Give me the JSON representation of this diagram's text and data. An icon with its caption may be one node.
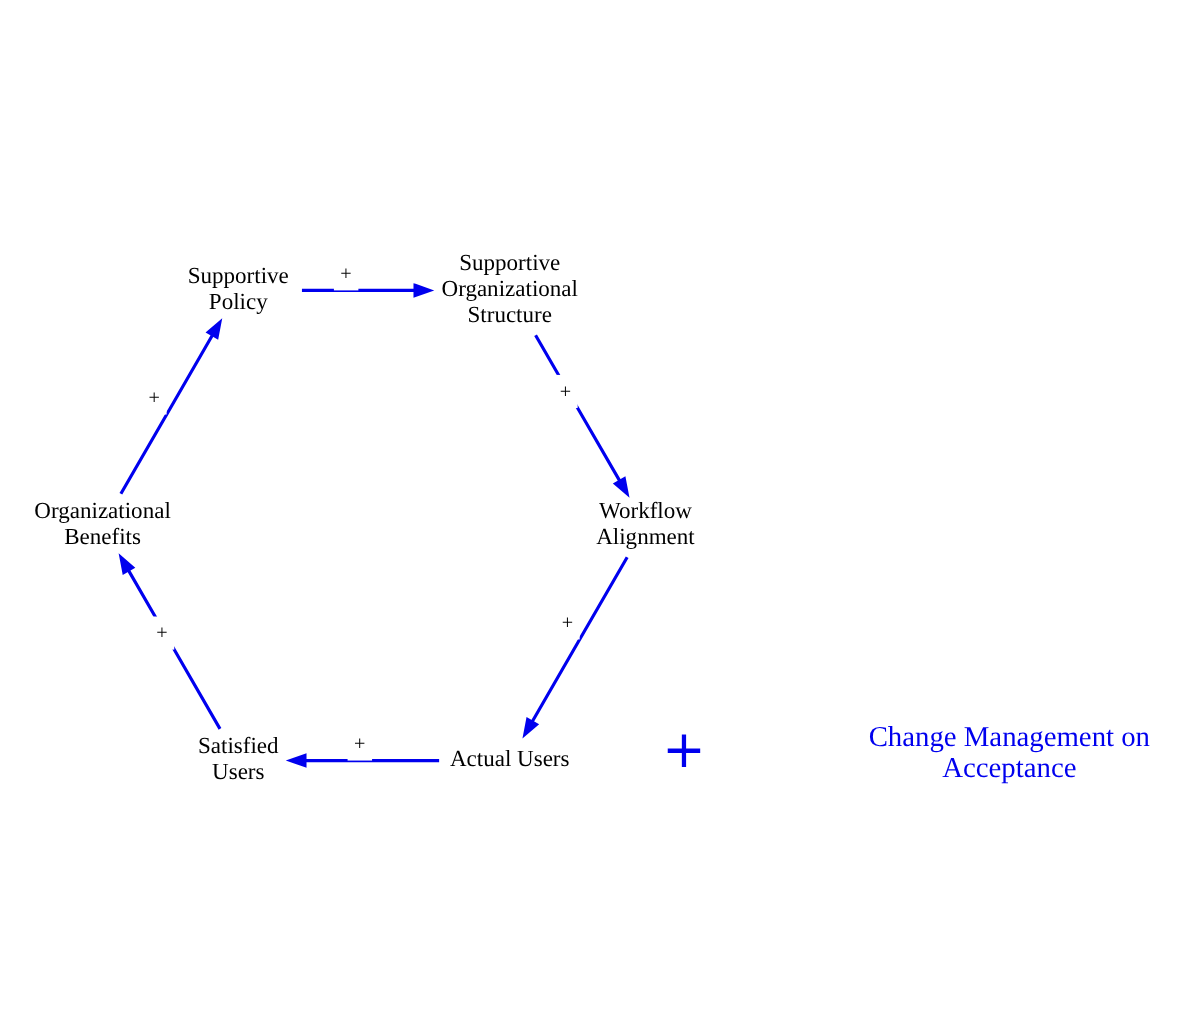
{
  "diagram": {
    "nodes": [
      {
        "text": [
          "Actual Users"
        ]
      },
      {
        "text": [
          "Satisfied Users"
        ]
      },
      {
        "text": [
          "Organizational Benefits"
        ]
      },
      {
        "text": [
          "Supportive Policy"
        ]
      },
      {
        "text": [
          "Supportive Organizational Structure"
        ]
      },
      {
        "text": [
          "Workflow Alignment"
        ]
      }
    ],
    "edges": [
      {
        "from": 0,
        "to": 1,
        "arrow": "to",
        "label": "+"
      },
      {
        "from": 1,
        "to": 2,
        "arrow": "to",
        "label": "+"
      },
      {
        "from": 2,
        "to": 3,
        "arrow": "to",
        "label": "+"
      },
      {
        "from": 3,
        "to": 4,
        "arrow": "to",
        "label": "+"
      },
      {
        "from": 4,
        "to": 5,
        "arrow": "to",
        "label": "+"
      },
      {
        "from": 5,
        "to": 0,
        "arrow": "to",
        "label": "+"
      }
    ],
    "labels": [
      "+",
      "Change Management on Acceptance"
    ]
  }
}
